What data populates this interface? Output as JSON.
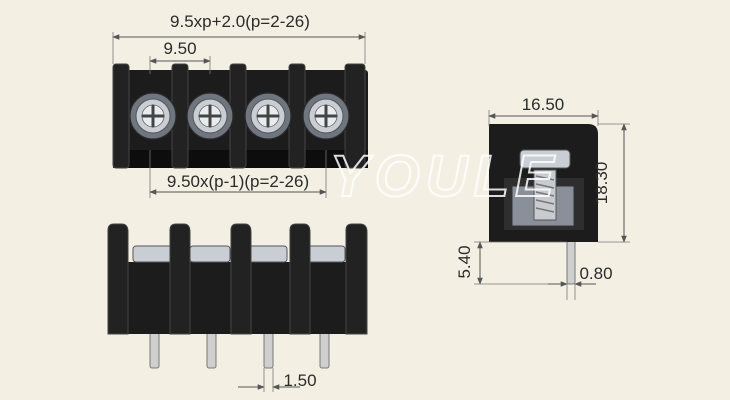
{
  "dimensions": {
    "total_length": "9.5xp+2.0(p=2-26)",
    "pitch": "9.50",
    "pitch_span": "9.50x(p-1)(p=2-26)",
    "width": "16.50",
    "height": "18.30",
    "pin_length": "5.40",
    "pin_thickness": "0.80",
    "pin_width": "1.50"
  },
  "watermark": "YOULE",
  "colors": {
    "background": "#f3f0e3",
    "body": "#1c1c1c",
    "dimension_line": "#555555"
  }
}
